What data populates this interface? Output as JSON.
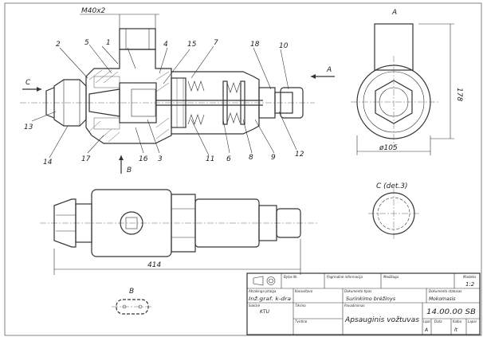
{
  "drawing": {
    "thread_label": "M40x2",
    "view_labels": {
      "A_arrow": "A",
      "C_arrow": "C",
      "B_arrow": "B",
      "view_A": "A",
      "view_C": "C (det.3)",
      "view_B": "B"
    },
    "part_numbers": [
      "1",
      "2",
      "3",
      "4",
      "5",
      "6",
      "7",
      "8",
      "9",
      "10",
      "11",
      "12",
      "13",
      "14",
      "15",
      "16",
      "17",
      "18"
    ],
    "dimensions": {
      "height": "178",
      "diameter": "ø105",
      "length": "414"
    }
  },
  "title_block": {
    "file_no_label": "Bylos Nr.",
    "main_info_label": "Pagrindinė informacija",
    "material_label": "Medžiaga",
    "scale_label": "Mastelis",
    "scale_value": "1:2",
    "responsible_label": "Atsakinga įstaiga",
    "responsible_value": "Inž.graf. k-dra",
    "consulted_label": "Konsultavo",
    "doc_type_label": "Dokumento tipas",
    "doc_type_value": "Surinkimo brėžinys",
    "doc_status_label": "Dokumento statusas",
    "doc_status_value": "Mokomasis",
    "created_label": "Sukūrė",
    "created_value": "KTU",
    "checked_label": "Tikrino",
    "approved_label": "Tvirtino",
    "name_label": "Pavadinimas",
    "name_value": "Apsauginis vožtuvas",
    "doc_number": "14.00.00 SB",
    "sheet_label": "Lapas",
    "sheet_value": "A",
    "date_label": "Data",
    "language_label": "Kalba",
    "language_value": "lt",
    "sheets_label": "Lapai"
  }
}
